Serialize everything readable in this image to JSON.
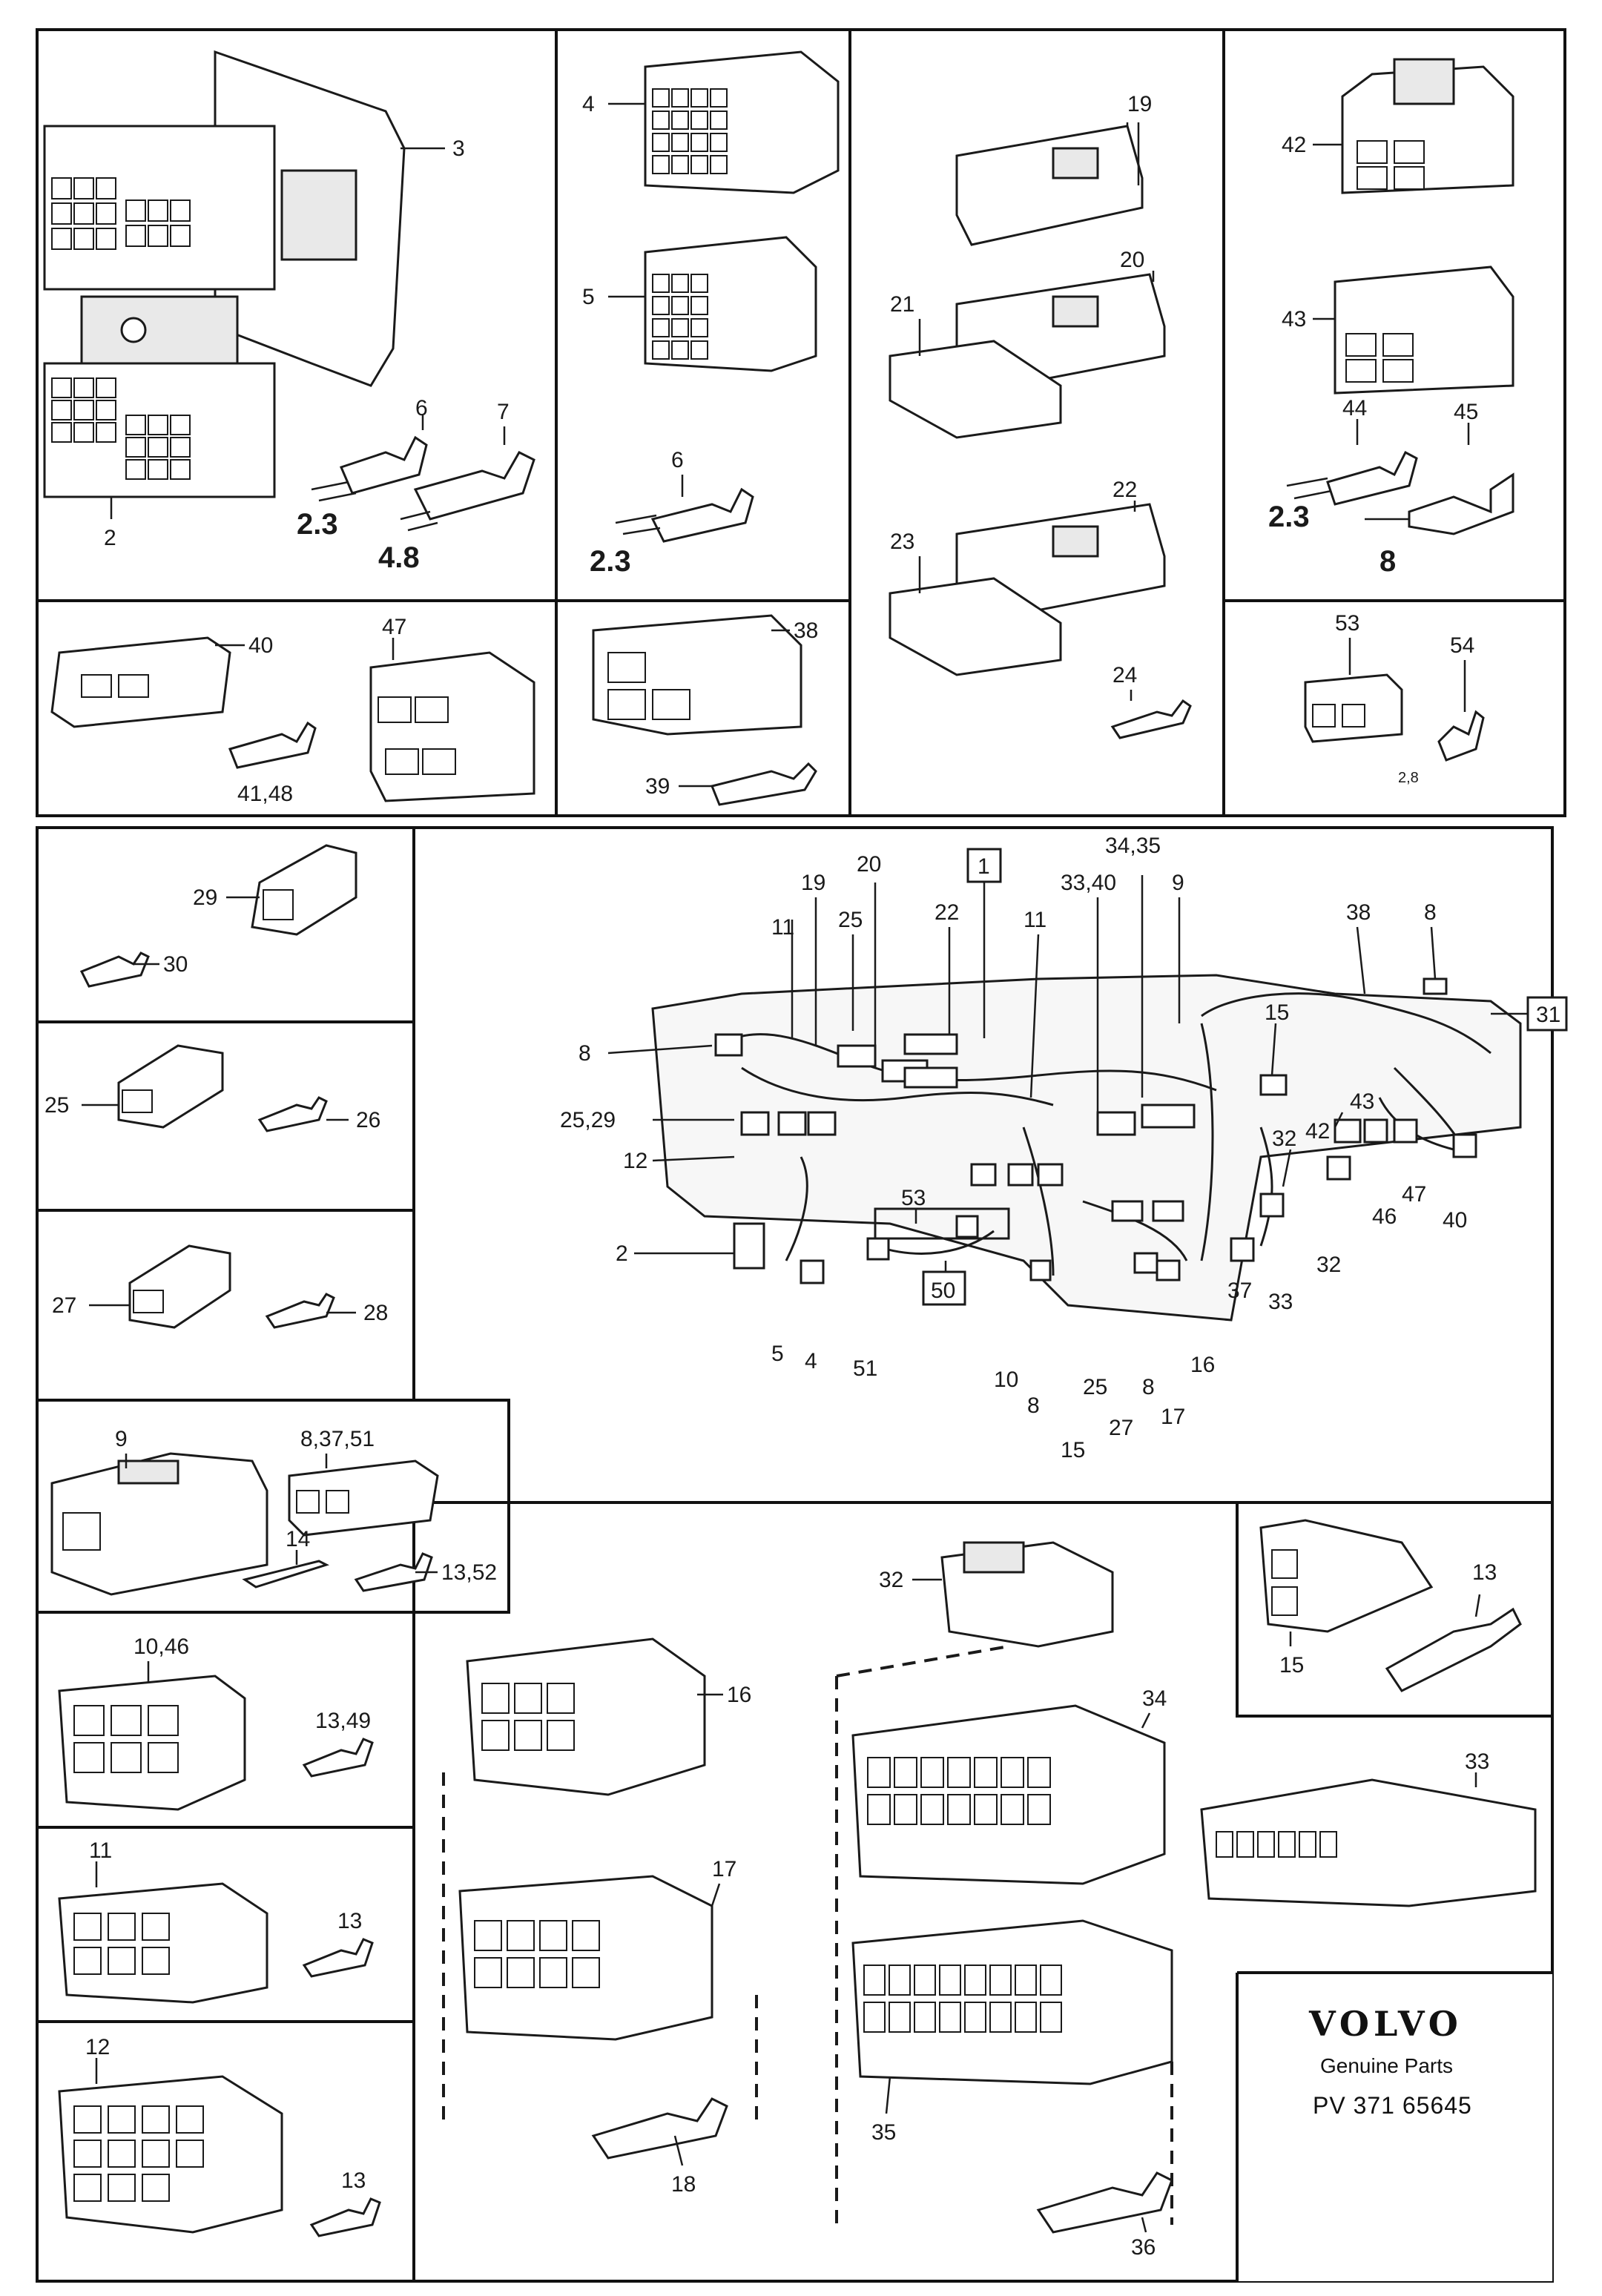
{
  "labels": {
    "p2": "2",
    "p3": "3",
    "p6a": "6",
    "p7": "7",
    "size_23a": "2.3",
    "size_48": "4.8",
    "p4": "4",
    "p5": "5",
    "p6b": "6",
    "size_23b": "2.3",
    "p19": "19",
    "p20": "20",
    "p21": "21",
    "p22": "22",
    "p23": "23",
    "p24": "24",
    "p42": "42",
    "p43": "43",
    "p44": "44",
    "p45": "45",
    "size_23c": "2.3",
    "size_8": "8",
    "p40": "40",
    "p4148": "41,48",
    "p47": "47",
    "p38": "38",
    "p39": "39",
    "p53": "53",
    "p54": "54",
    "size_28": "2,8",
    "p29": "29",
    "p30": "30",
    "p25": "25",
    "p26": "26",
    "p27": "27",
    "p28": "28",
    "p9": "9",
    "p83751": "8,37,51",
    "p14": "14",
    "p1352": "13,52",
    "p1046": "10,46",
    "p1349": "13,49",
    "p11": "11",
    "p13a": "13",
    "p12": "12",
    "p13b": "13",
    "p16": "16",
    "p17": "17",
    "p18": "18",
    "p32": "32",
    "p34": "34",
    "p35": "35",
    "p36": "36",
    "p33": "33",
    "p15": "15",
    "p13c": "13",
    "m19": "19",
    "m20": "20",
    "m1": "1",
    "m3435": "34,35",
    "m3340": "33,40",
    "m9": "9",
    "m38": "38",
    "m8a": "8",
    "m11a": "11",
    "m25a": "25",
    "m22": "22",
    "m11b": "11",
    "m15a": "15",
    "m31": "31",
    "m8b": "8",
    "m2529": "25,29",
    "m12": "12",
    "m43": "43",
    "m42": "42",
    "m32a": "32",
    "m53": "53",
    "m2": "2",
    "m50": "50",
    "m5": "5",
    "m4": "4",
    "m51": "51",
    "m10": "10",
    "m8c": "8",
    "m15b": "15",
    "m25b": "25",
    "m27": "27",
    "m8d": "8",
    "m17": "17",
    "m16": "16",
    "m37": "37",
    "m33": "33",
    "m32b": "32",
    "m46": "46",
    "m47": "47",
    "m40": "40"
  },
  "logo": {
    "brand": "VOLVO",
    "tagline": "Genuine Parts",
    "code": "PV 371  65645"
  }
}
